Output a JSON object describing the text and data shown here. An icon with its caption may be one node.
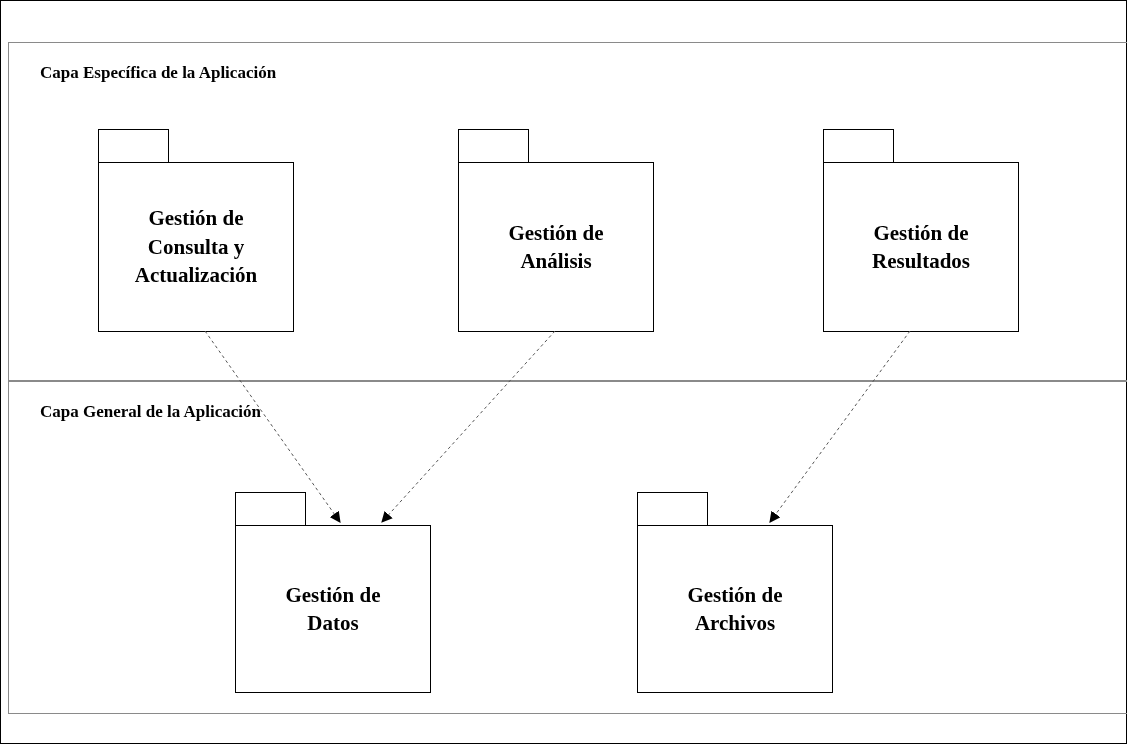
{
  "diagram": {
    "nodes": [
      {
        "text": [
          "Capa Específica de la Aplicación"
        ]
      },
      {
        "text": [
          "Gestión de Consulta y Actualización"
        ],
        "in": 0
      },
      {
        "text": [
          "Gestión de Análisis"
        ],
        "in": 0
      },
      {
        "text": [
          "Gestión de Resultados"
        ],
        "in": 0
      },
      {
        "text": [
          "Capa General de la Aplicación"
        ]
      },
      {
        "text": [
          "Gestión de Datos"
        ],
        "in": 4
      },
      {
        "text": [
          "Gestión de Archivos"
        ],
        "in": 4
      }
    ],
    "edges": [
      {
        "from": 1,
        "to": 5,
        "arrow": "to",
        "style": "dashed"
      },
      {
        "from": 2,
        "to": 5,
        "arrow": "to",
        "style": "dashed"
      },
      {
        "from": 3,
        "to": 6,
        "arrow": "to",
        "style": "dashed"
      }
    ]
  }
}
